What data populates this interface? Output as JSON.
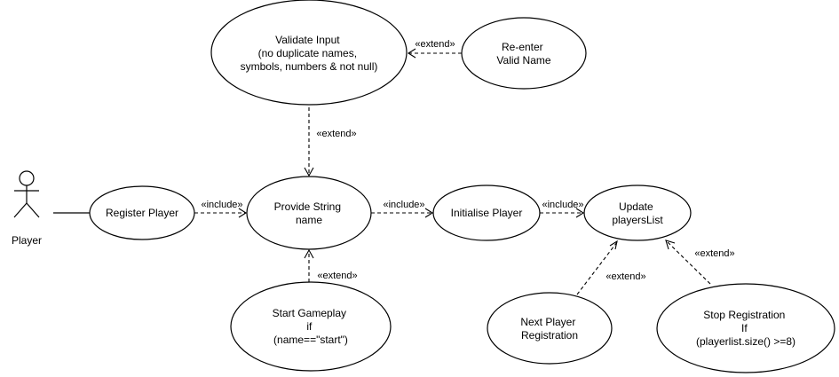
{
  "actor": {
    "label": "Player"
  },
  "use_cases": {
    "validate_input": {
      "lines": [
        "Validate Input",
        "(no duplicate names,",
        "symbols, numbers & not null)"
      ]
    },
    "reenter_name": {
      "lines": [
        "Re-enter",
        "Valid Name"
      ]
    },
    "register_player": {
      "lines": [
        "Register Player"
      ]
    },
    "provide_string": {
      "lines": [
        "Provide String",
        "name"
      ]
    },
    "initialise_player": {
      "lines": [
        "Initialise Player"
      ]
    },
    "update_players": {
      "lines": [
        "Update",
        "playersList"
      ]
    },
    "start_gameplay": {
      "lines": [
        "Start Gameplay",
        "if",
        "(name==\"start\")"
      ]
    },
    "next_player": {
      "lines": [
        "Next Player",
        "Registration"
      ]
    },
    "stop_registration": {
      "lines": [
        "Stop Registration",
        "If",
        "(playerlist.size() >=8)"
      ]
    }
  },
  "relations": {
    "reenter_extends_validate": "«extend»",
    "validate_extends_provide": "«extend»",
    "register_includes_provide": "«include»",
    "provide_includes_initialise": "«include»",
    "initialise_includes_update": "«include»",
    "start_extends_provide": "«extend»",
    "next_extends_update": "«extend»",
    "stop_extends_update": "«extend»"
  }
}
